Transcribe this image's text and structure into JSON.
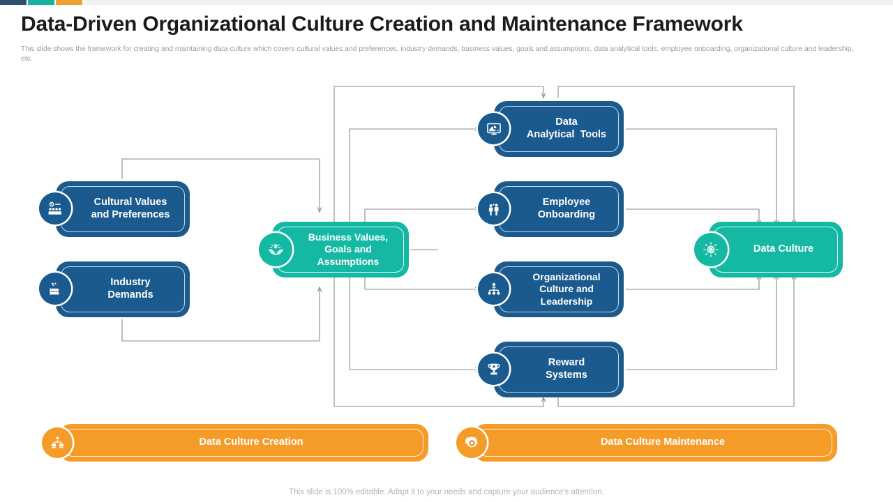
{
  "header": {
    "title": "Data-Driven Organizational Culture Creation and Maintenance Framework",
    "subtitle": "This slide shows the framework for creating and maintaining data culture which covers cultural values and preferences, industry demands, business values, goals and assumptions, data analytical tools, employee onboarding, organizational culture and leadership, etc.",
    "accent_colors": [
      "#2b5070",
      "#17b2a0",
      "#f0a030"
    ]
  },
  "footer": {
    "note": "This slide is 100% editable. Adapt it to your needs and capture your audience's attention."
  },
  "palette": {
    "blue": "#1a5a8e",
    "teal": "#15b9a3",
    "orange": "#f59b28",
    "connector": "#8a8a8a",
    "text_on_fill": "#ffffff"
  },
  "diagram": {
    "type": "flow-framework",
    "inputs": [
      {
        "id": "cultural-values",
        "label": "Cultural Values\nand Preferences",
        "color": "blue",
        "icon": "settings-people-icon"
      },
      {
        "id": "industry-demands",
        "label": "Industry\nDemands",
        "color": "blue",
        "icon": "factory-icon"
      }
    ],
    "hub": {
      "id": "business-values",
      "label": "Business Values,\nGoals and\nAssumptions",
      "color": "teal",
      "icon": "hands-money-icon"
    },
    "pillars": [
      {
        "id": "data-analytical-tools",
        "label": "Data\nAnalytical  Tools",
        "color": "blue",
        "icon": "chart-monitor-icon"
      },
      {
        "id": "employee-onboarding",
        "label": "Employee\nOnboarding",
        "color": "blue",
        "icon": "two-people-icon"
      },
      {
        "id": "organizational-culture",
        "label": "Organizational\nCulture and\nLeadership",
        "color": "blue",
        "icon": "org-chart-icon"
      },
      {
        "id": "reward-systems",
        "label": "Reward\nSystems",
        "color": "blue",
        "icon": "trophy-icon"
      }
    ],
    "outcome": {
      "id": "data-culture",
      "label": "Data Culture",
      "color": "teal",
      "icon": "network-hub-icon"
    },
    "phases": [
      {
        "id": "data-culture-creation",
        "label": "Data Culture Creation",
        "color": "orange",
        "icon": "org-network-icon"
      },
      {
        "id": "data-culture-maintenance",
        "label": "Data Culture Maintenance",
        "color": "orange",
        "icon": "gear-cog-icon"
      }
    ]
  }
}
